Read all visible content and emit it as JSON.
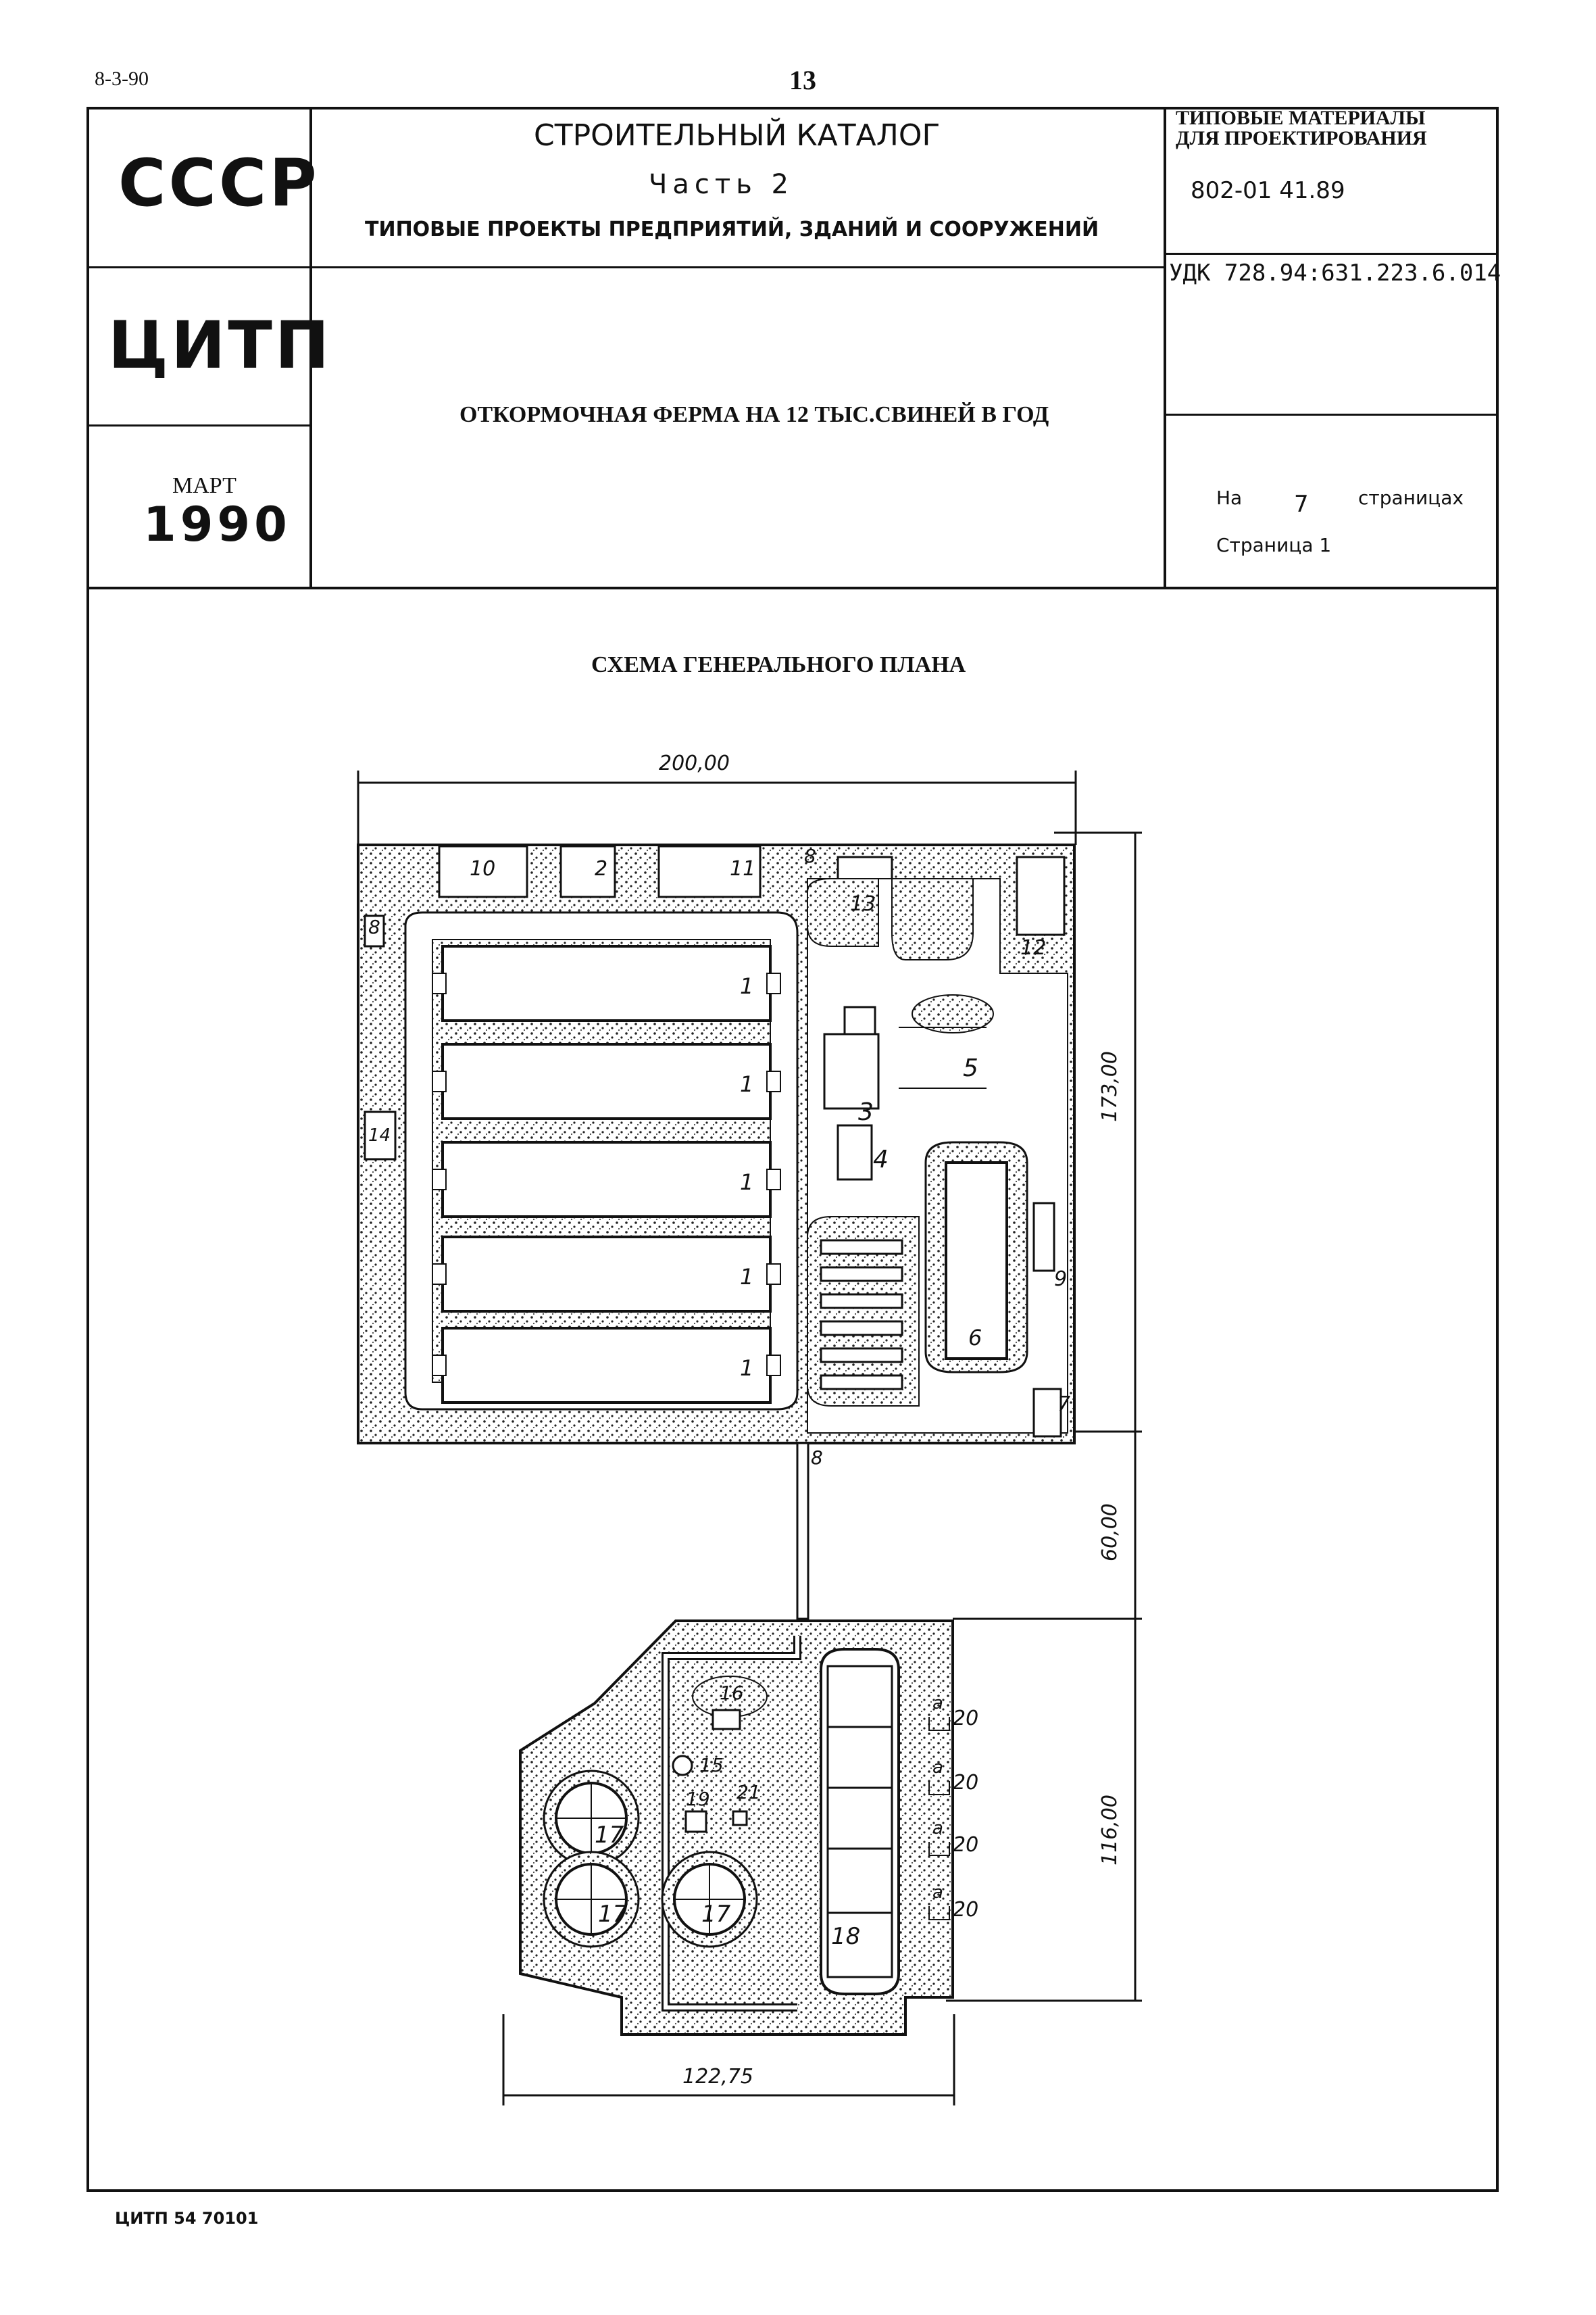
{
  "top_left_code": "8-3-90",
  "page_number": "13",
  "header": {
    "country": "СССР",
    "org": "ЦИТП",
    "month": "МАРТ",
    "year": "1990",
    "catalog_title": "СТРОИТЕЛЬНЫЙ КАТАЛОГ",
    "part": "Часть 2",
    "section": "ТИПОВЫЕ ПРОЕКТЫ ПРЕДПРИЯТИЙ, ЗДАНИЙ И СООРУЖЕНИЙ",
    "materials_line1": "ТИПОВЫЕ МАТЕРИАЛЫ",
    "materials_line2": "ДЛЯ ПРОЕКТИРОВАНИЯ",
    "doc_code": "802-01 41.89",
    "udk": "УДК 728.94:631.223.6.014",
    "project_title": "ОТКОРМОЧНАЯ ФЕРМА НА 12 ТЫС.СВИНЕЙ В ГОД",
    "pages_prefix": "На",
    "pages_count": "7",
    "pages_suffix": "страницах",
    "page_line": "Страница 1"
  },
  "plan": {
    "title": "СХЕМА ГЕНЕРАЛЬНОГО ПЛАНА",
    "dim_top": "200,00",
    "dim_right_upper": "173,00",
    "dim_right_middle": "60,00",
    "dim_right_lower": "116,00",
    "dim_bottom": "122,75",
    "labels": {
      "n1": "1",
      "n2": "2",
      "n3": "3",
      "n4": "4",
      "n5": "5",
      "n6": "6",
      "n7": "7",
      "n8": "8",
      "n9": "9",
      "n10": "10",
      "n11": "11",
      "n12": "12",
      "n13": "13",
      "n14": "14",
      "n15": "15",
      "n16": "16",
      "n17": "17",
      "n18": "18",
      "n19": "19",
      "n20": "20",
      "n21": "21",
      "a": "а"
    }
  },
  "footer": "ЦИТП 54 70101"
}
